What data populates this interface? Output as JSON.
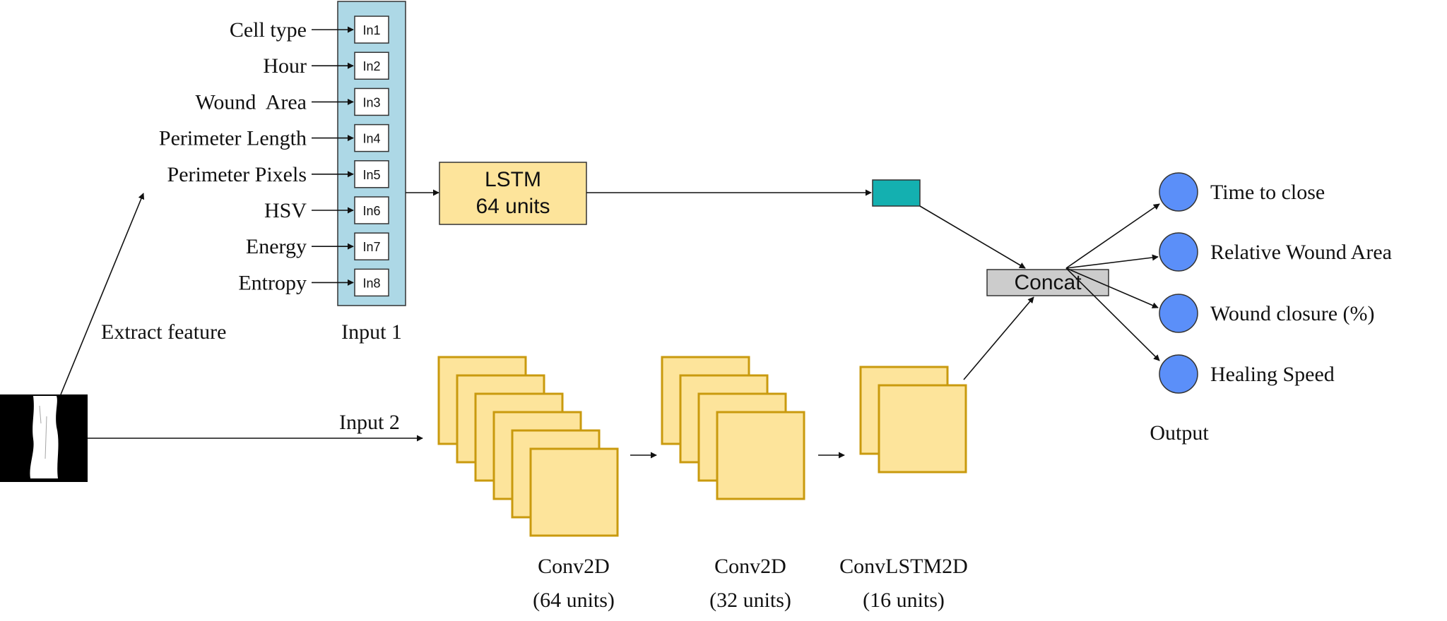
{
  "input1": {
    "features": [
      "Cell type",
      "Hour",
      "Wound  Area",
      "Perimeter Length",
      "Perimeter Pixels",
      "HSV",
      "Energy",
      "Entropy"
    ],
    "nodes": [
      "In1",
      "In2",
      "In3",
      "In4",
      "In5",
      "In6",
      "In7",
      "In8"
    ],
    "label": "Input 1"
  },
  "extract_label": "Extract feature",
  "input2_label": "Input 2",
  "lstm": {
    "line1": "LSTM",
    "line2": "64 units"
  },
  "concat_label": "Concat",
  "conv_blocks": [
    {
      "name": "Conv2D",
      "units": "(64 units)"
    },
    {
      "name": "Conv2D",
      "units": "(32 units)"
    },
    {
      "name": "ConvLSTM2D",
      "units": "(16 units)"
    }
  ],
  "outputs": [
    "Time to close",
    "Relative Wound Area",
    "Wound closure (%)",
    "Healing Speed"
  ],
  "output_label": "Output",
  "colors": {
    "input_panel": "#add8e6",
    "lstm_fill": "#fde49b",
    "feature_map_fill": "#fde49b",
    "feature_map_stroke": "#c99a0e",
    "lstm_vector": "#14b0b0",
    "concat_fill": "#cccccc",
    "output_node": "#5b8ff9"
  }
}
